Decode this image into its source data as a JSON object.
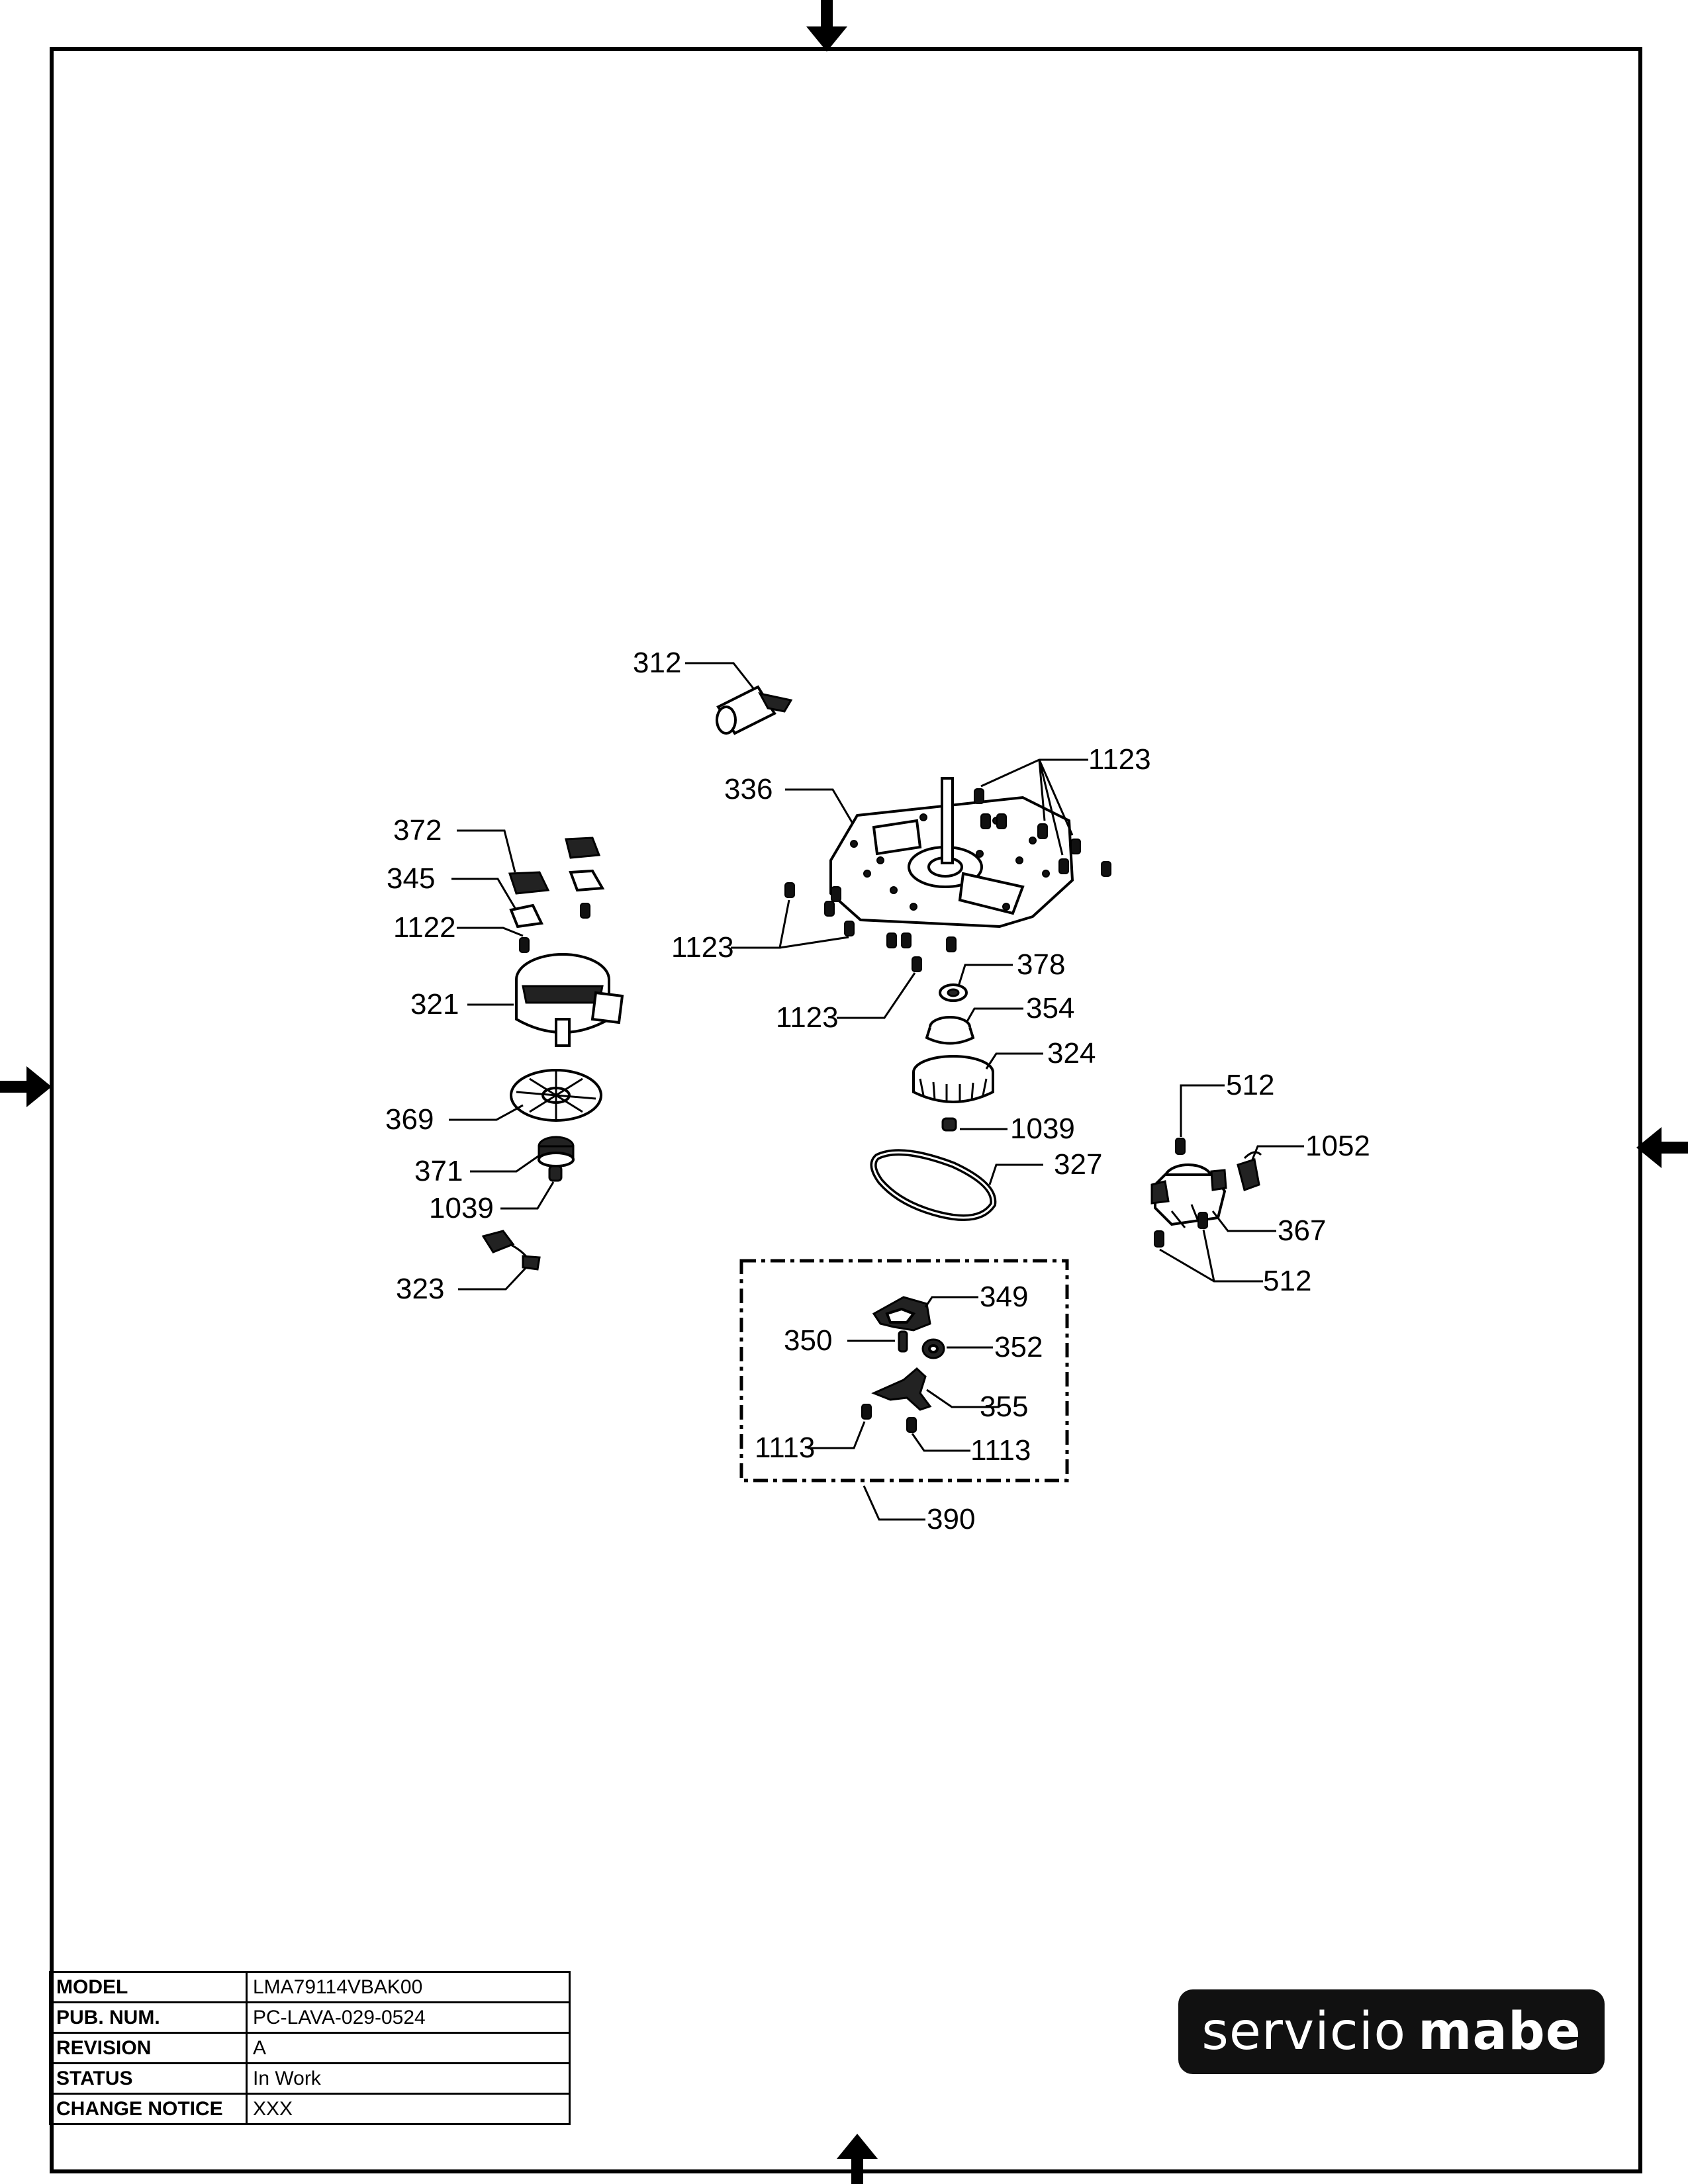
{
  "callouts": [
    "312",
    "336",
    "1123",
    "372",
    "345",
    "1122",
    "1123",
    "1123",
    "321",
    "378",
    "354",
    "324",
    "369",
    "371",
    "1039",
    "1039",
    "327",
    "512",
    "1052",
    "367",
    "512",
    "323",
    "349",
    "350",
    "352",
    "355",
    "1113",
    "1113",
    "390"
  ],
  "title_block": {
    "rows": [
      {
        "label": "MODEL",
        "value": "LMA79114VBAK00"
      },
      {
        "label": "PUB. NUM.",
        "value": "PC-LAVA-029-0524"
      },
      {
        "label": "REVISION",
        "value": "A"
      },
      {
        "label": "STATUS",
        "value": "In Work"
      },
      {
        "label": "CHANGE NOTICE",
        "value": "XXX"
      }
    ]
  },
  "logo": {
    "text_light": "servicio",
    "text_bold": "mabe",
    "background": "#111111"
  }
}
